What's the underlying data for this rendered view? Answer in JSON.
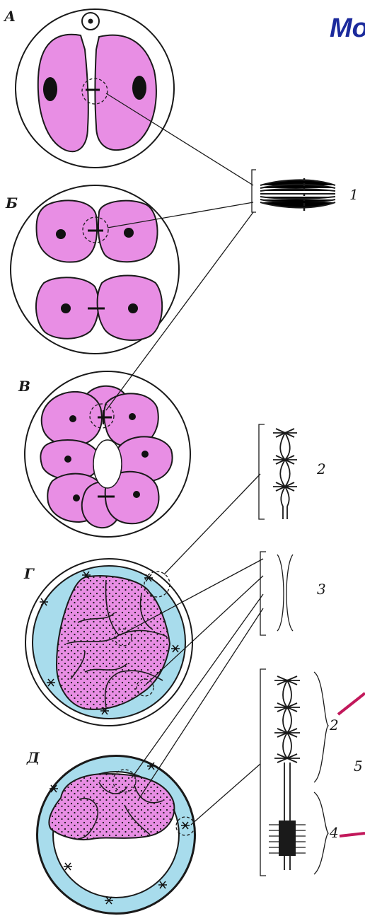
{
  "title": "Мо",
  "stages": {
    "a": "А",
    "b": "Б",
    "v": "В",
    "g": "Г",
    "d": "Д"
  },
  "numbers": {
    "n1": "1",
    "n2a": "2",
    "n3": "3",
    "n2b": "2",
    "n5": "5",
    "n4": "4"
  },
  "colors": {
    "blastomere": "#e88ee4",
    "trophoblast": "#a8dcec",
    "accent_line": "#c2185b",
    "title": "#1b2a9c",
    "ink": "#1a1a1a"
  },
  "icons": {
    "stipple": "dotted-pattern",
    "junction": "desmosome-star"
  }
}
